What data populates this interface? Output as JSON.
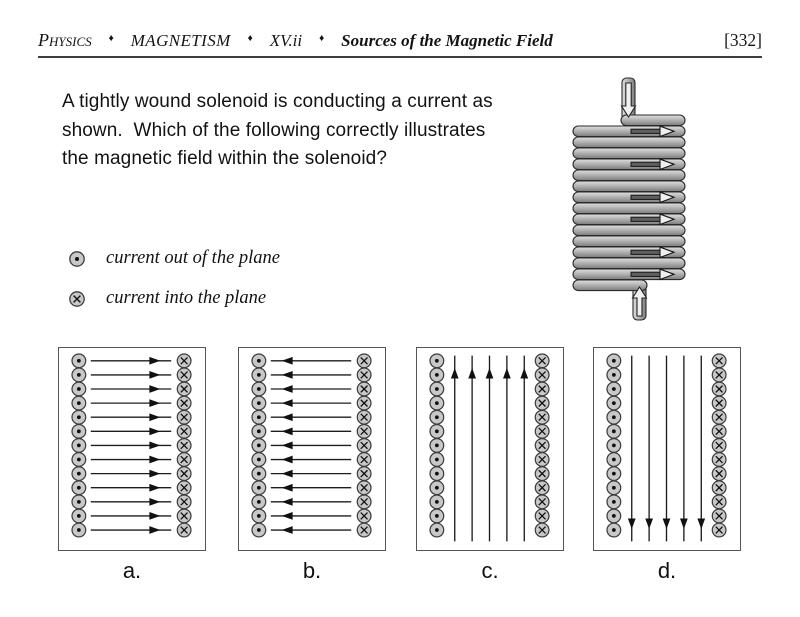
{
  "header": {
    "course": "Physics",
    "unit": "MAGNETISM",
    "section": "XV.ii",
    "topic": "Sources of the Magnetic Field",
    "separator": "♦",
    "page_number": "[332]"
  },
  "question": {
    "lines": [
      "A tightly wound solenoid is conducting a current as",
      "shown.  Which of the following correctly illustrates",
      "the magnetic field within the solenoid?"
    ]
  },
  "legend": {
    "out_label": "current out of the plane",
    "in_label": "current into the plane"
  },
  "solenoid": {
    "turns": 16,
    "turn_arrow_rows": [
      1,
      4,
      7,
      9,
      12,
      14
    ],
    "turn_current_direction": "right",
    "top_lead_current": "down",
    "bottom_lead_current": "up"
  },
  "options": [
    {
      "label": "a.",
      "symbol_rows": 13,
      "left_symbol": "current-out-of-plane",
      "right_symbol": "current-into-plane",
      "field_lines": {
        "orientation": "horizontal",
        "direction": "right",
        "count": 13
      }
    },
    {
      "label": "b.",
      "symbol_rows": 13,
      "left_symbol": "current-out-of-plane",
      "right_symbol": "current-into-plane",
      "field_lines": {
        "orientation": "horizontal",
        "direction": "left",
        "count": 13
      }
    },
    {
      "label": "c.",
      "symbol_rows": 13,
      "left_symbol": "current-out-of-plane",
      "right_symbol": "current-into-plane",
      "field_lines": {
        "orientation": "vertical",
        "direction": "up",
        "count": 5
      }
    },
    {
      "label": "d.",
      "symbol_rows": 13,
      "left_symbol": "current-out-of-plane",
      "right_symbol": "current-into-plane",
      "field_lines": {
        "orientation": "vertical",
        "direction": "down",
        "count": 5
      }
    }
  ],
  "colors": {
    "ink": "#151515",
    "symbol_fill": "#c8c8c8",
    "symbol_stroke": "#3c3c3c",
    "box_border": "#555555",
    "tube_light": "#e0e0e0",
    "tube_mid": "#b4b4b4",
    "tube_dark": "#7c7c7c"
  }
}
